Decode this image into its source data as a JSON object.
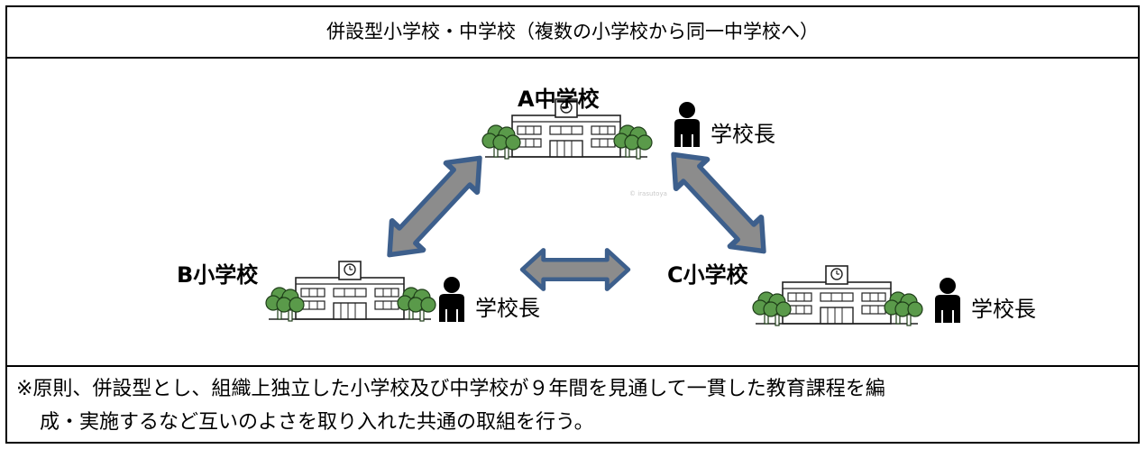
{
  "title": "併設型小学校・中学校（複数の小学校から同一中学校へ）",
  "schools": {
    "a": "A中学校",
    "b": "B小学校",
    "c": "C小学校"
  },
  "principal_label": "学校長",
  "note": {
    "line1": "※原則、併設型とし、組織上独立した小学校及び中学校が９年間を見通して一貫した教育課程を編",
    "line2": "成・実施するなど互いのよさを取り入れた共通の取組を行う。"
  },
  "colors": {
    "arrow_fill": "#8c8c8c",
    "arrow_stroke": "#3d5f8c",
    "building_fill": "#ffffff",
    "tree_fill": "#5a9a4a"
  },
  "icons": [
    "school-building-icon",
    "tree-icon",
    "person-icon",
    "double-arrow-icon"
  ]
}
